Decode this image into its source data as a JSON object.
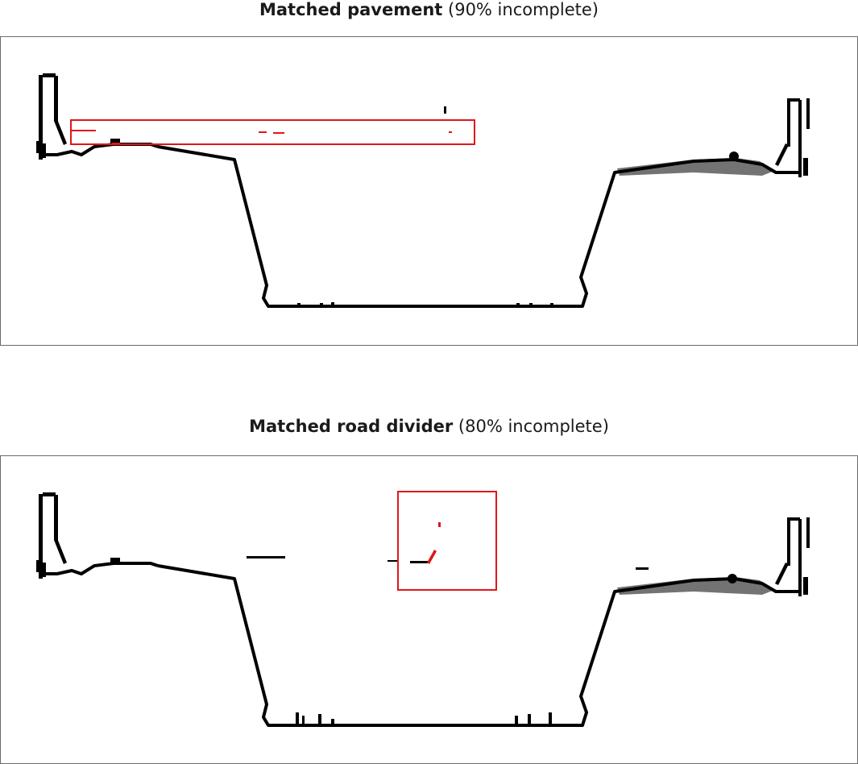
{
  "panels": [
    {
      "title_bold": "Matched pavement",
      "title_rest": "(90% incomplete)",
      "highlight_color": "#e0161c"
    },
    {
      "title_bold": "Matched road divider",
      "title_rest": "(80% incomplete)",
      "highlight_color": "#e0161c"
    }
  ],
  "colors": {
    "profile": "#000000",
    "frame": "#6b6b6b",
    "highlight": "#e0161c"
  }
}
